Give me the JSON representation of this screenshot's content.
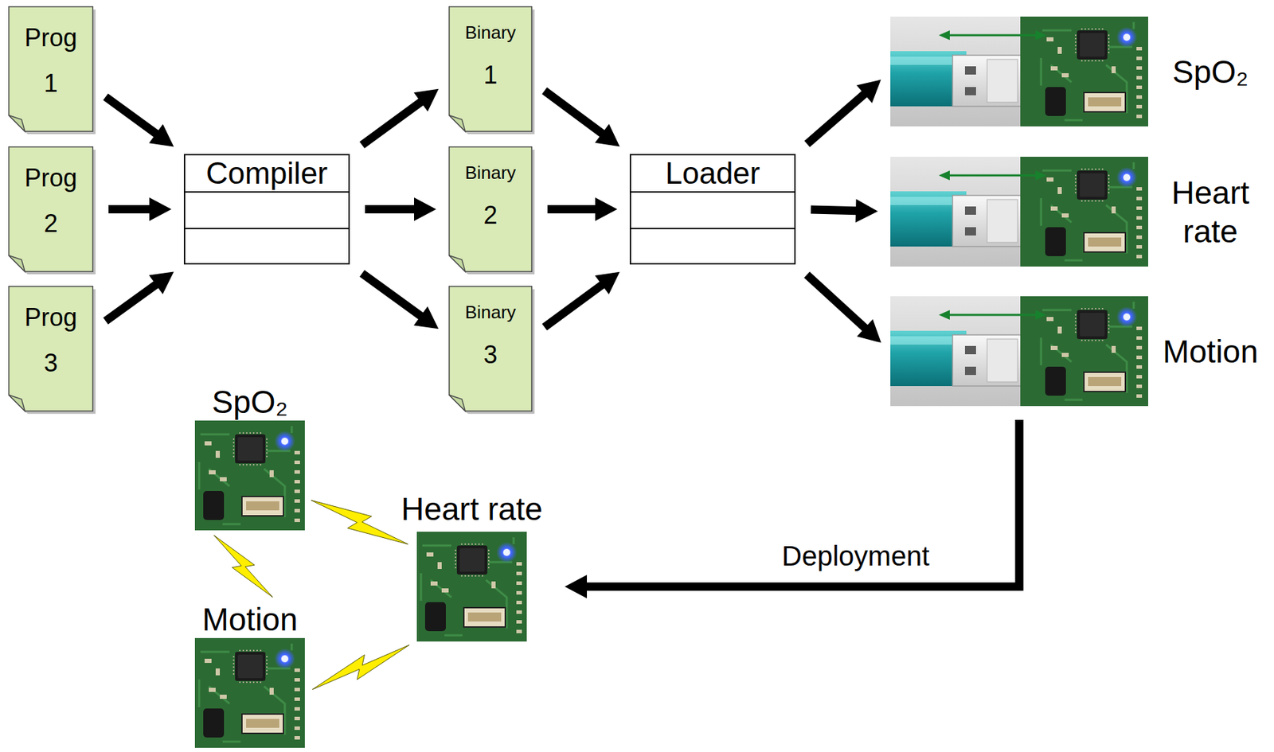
{
  "diagram": {
    "nodes": [
      {
        "text": [
          "Prog 1"
        ]
      },
      {
        "text": [
          "Prog 2"
        ]
      },
      {
        "text": [
          "Prog 3"
        ]
      },
      {
        "text": [
          "Compiler"
        ]
      },
      {
        "text": [
          "Binary",
          "1"
        ]
      },
      {
        "text": [
          "Binary",
          "2"
        ]
      },
      {
        "text": [
          "Binary",
          "3"
        ]
      },
      {
        "text": [
          "Loader"
        ]
      },
      {
        "text": [
          "SpO₂"
        ]
      },
      {
        "text": [
          "Heart rate"
        ]
      },
      {
        "text": [
          "Motion"
        ]
      },
      {
        "text": [
          "SpO₂"
        ]
      },
      {
        "text": [
          "Heart rate"
        ]
      },
      {
        "text": [
          "Motion"
        ]
      }
    ],
    "edges": [
      {
        "from": 0,
        "to": 3,
        "arrow": "to"
      },
      {
        "from": 1,
        "to": 3,
        "arrow": "to"
      },
      {
        "from": 2,
        "to": 3,
        "arrow": "to"
      },
      {
        "from": 3,
        "to": 4,
        "arrow": "to"
      },
      {
        "from": 3,
        "to": 5,
        "arrow": "to"
      },
      {
        "from": 3,
        "to": 6,
        "arrow": "to"
      },
      {
        "from": 4,
        "to": 7,
        "arrow": "to"
      },
      {
        "from": 5,
        "to": 7,
        "arrow": "to"
      },
      {
        "from": 6,
        "to": 7,
        "arrow": "to"
      },
      {
        "from": 7,
        "to": 8,
        "arrow": "to"
      },
      {
        "from": 7,
        "to": 9,
        "arrow": "to"
      },
      {
        "from": 7,
        "to": 10,
        "arrow": "to"
      },
      {
        "from": 10,
        "to": 12,
        "label": "Deployment",
        "arrow": "to"
      },
      {
        "from": 11,
        "to": 12,
        "arrow": "none"
      },
      {
        "from": 11,
        "to": 13,
        "arrow": "none"
      },
      {
        "from": 13,
        "to": 12,
        "arrow": "none"
      }
    ]
  }
}
